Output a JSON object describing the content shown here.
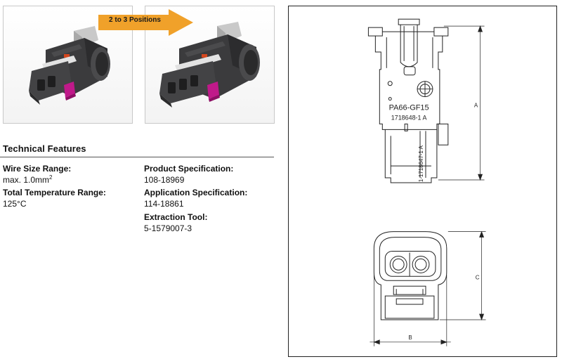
{
  "arrow": {
    "label": "2 to 3 Positions",
    "color": "#f0a12a"
  },
  "features": {
    "title": "Technical Features",
    "wire_size": {
      "label": "Wire Size Range:",
      "value": "max. 1.0mm",
      "sup": "2"
    },
    "temperature": {
      "label": "Total Temperature Range:",
      "value": "125°C"
    },
    "product_spec": {
      "label": "Product Specification:",
      "value": "108-18969"
    },
    "application_spec": {
      "label": "Application Specification:",
      "value": "114-18861"
    },
    "extraction_tool": {
      "label": "Extraction Tool:",
      "value": "5-1579007-3"
    }
  },
  "drawing": {
    "material_mark": "PA66-GF15",
    "part_mark_top": "1718648-1 A",
    "part_mark_side": "1-1718647-1 A",
    "dim_a": "A",
    "dim_b": "B",
    "dim_c": "C"
  },
  "colors": {
    "housing": "#3b3b3d",
    "seal": "#d9d9d9",
    "latch": "#c9c9c9",
    "tpa": "#c0198a"
  }
}
